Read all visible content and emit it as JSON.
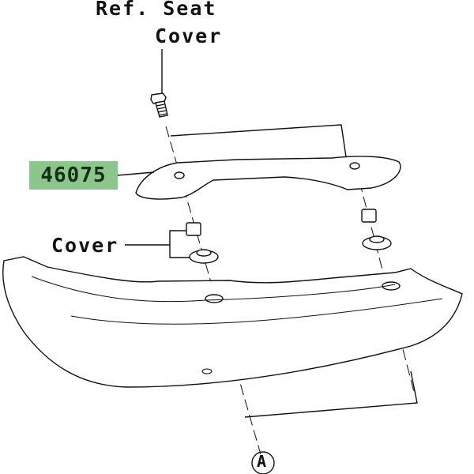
{
  "labels": {
    "ref_line1": "Ref. Seat",
    "ref_line2": "Cover",
    "part_number": "46075",
    "cover": "Cover",
    "reference_marker": "A"
  },
  "colors": {
    "part_highlight": "#8cc68c",
    "part_text": "#153015",
    "line": "#111111"
  }
}
